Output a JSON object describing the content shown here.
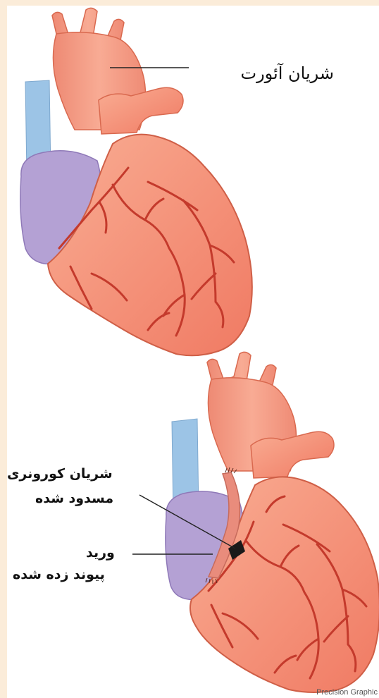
{
  "labels": {
    "aorta": "شریان آئورت",
    "blocked_coronary_line1": "شریان کورونری",
    "blocked_coronary_line2": "مسدود شده",
    "graft_vein_line1": "ورید",
    "graft_vein_line2": "پیوند زده شده"
  },
  "credit": "Precision Graphic",
  "colors": {
    "page_border": "#fbecd9",
    "heart": "#f48870",
    "heart_light": "#f8a78e",
    "vessel": "#c43a2c",
    "vein_blue": "#9cc4e6",
    "atrium_purple": "#b4a1d4",
    "graft": "#e98c7c",
    "blockage": "#1a1a1a"
  }
}
